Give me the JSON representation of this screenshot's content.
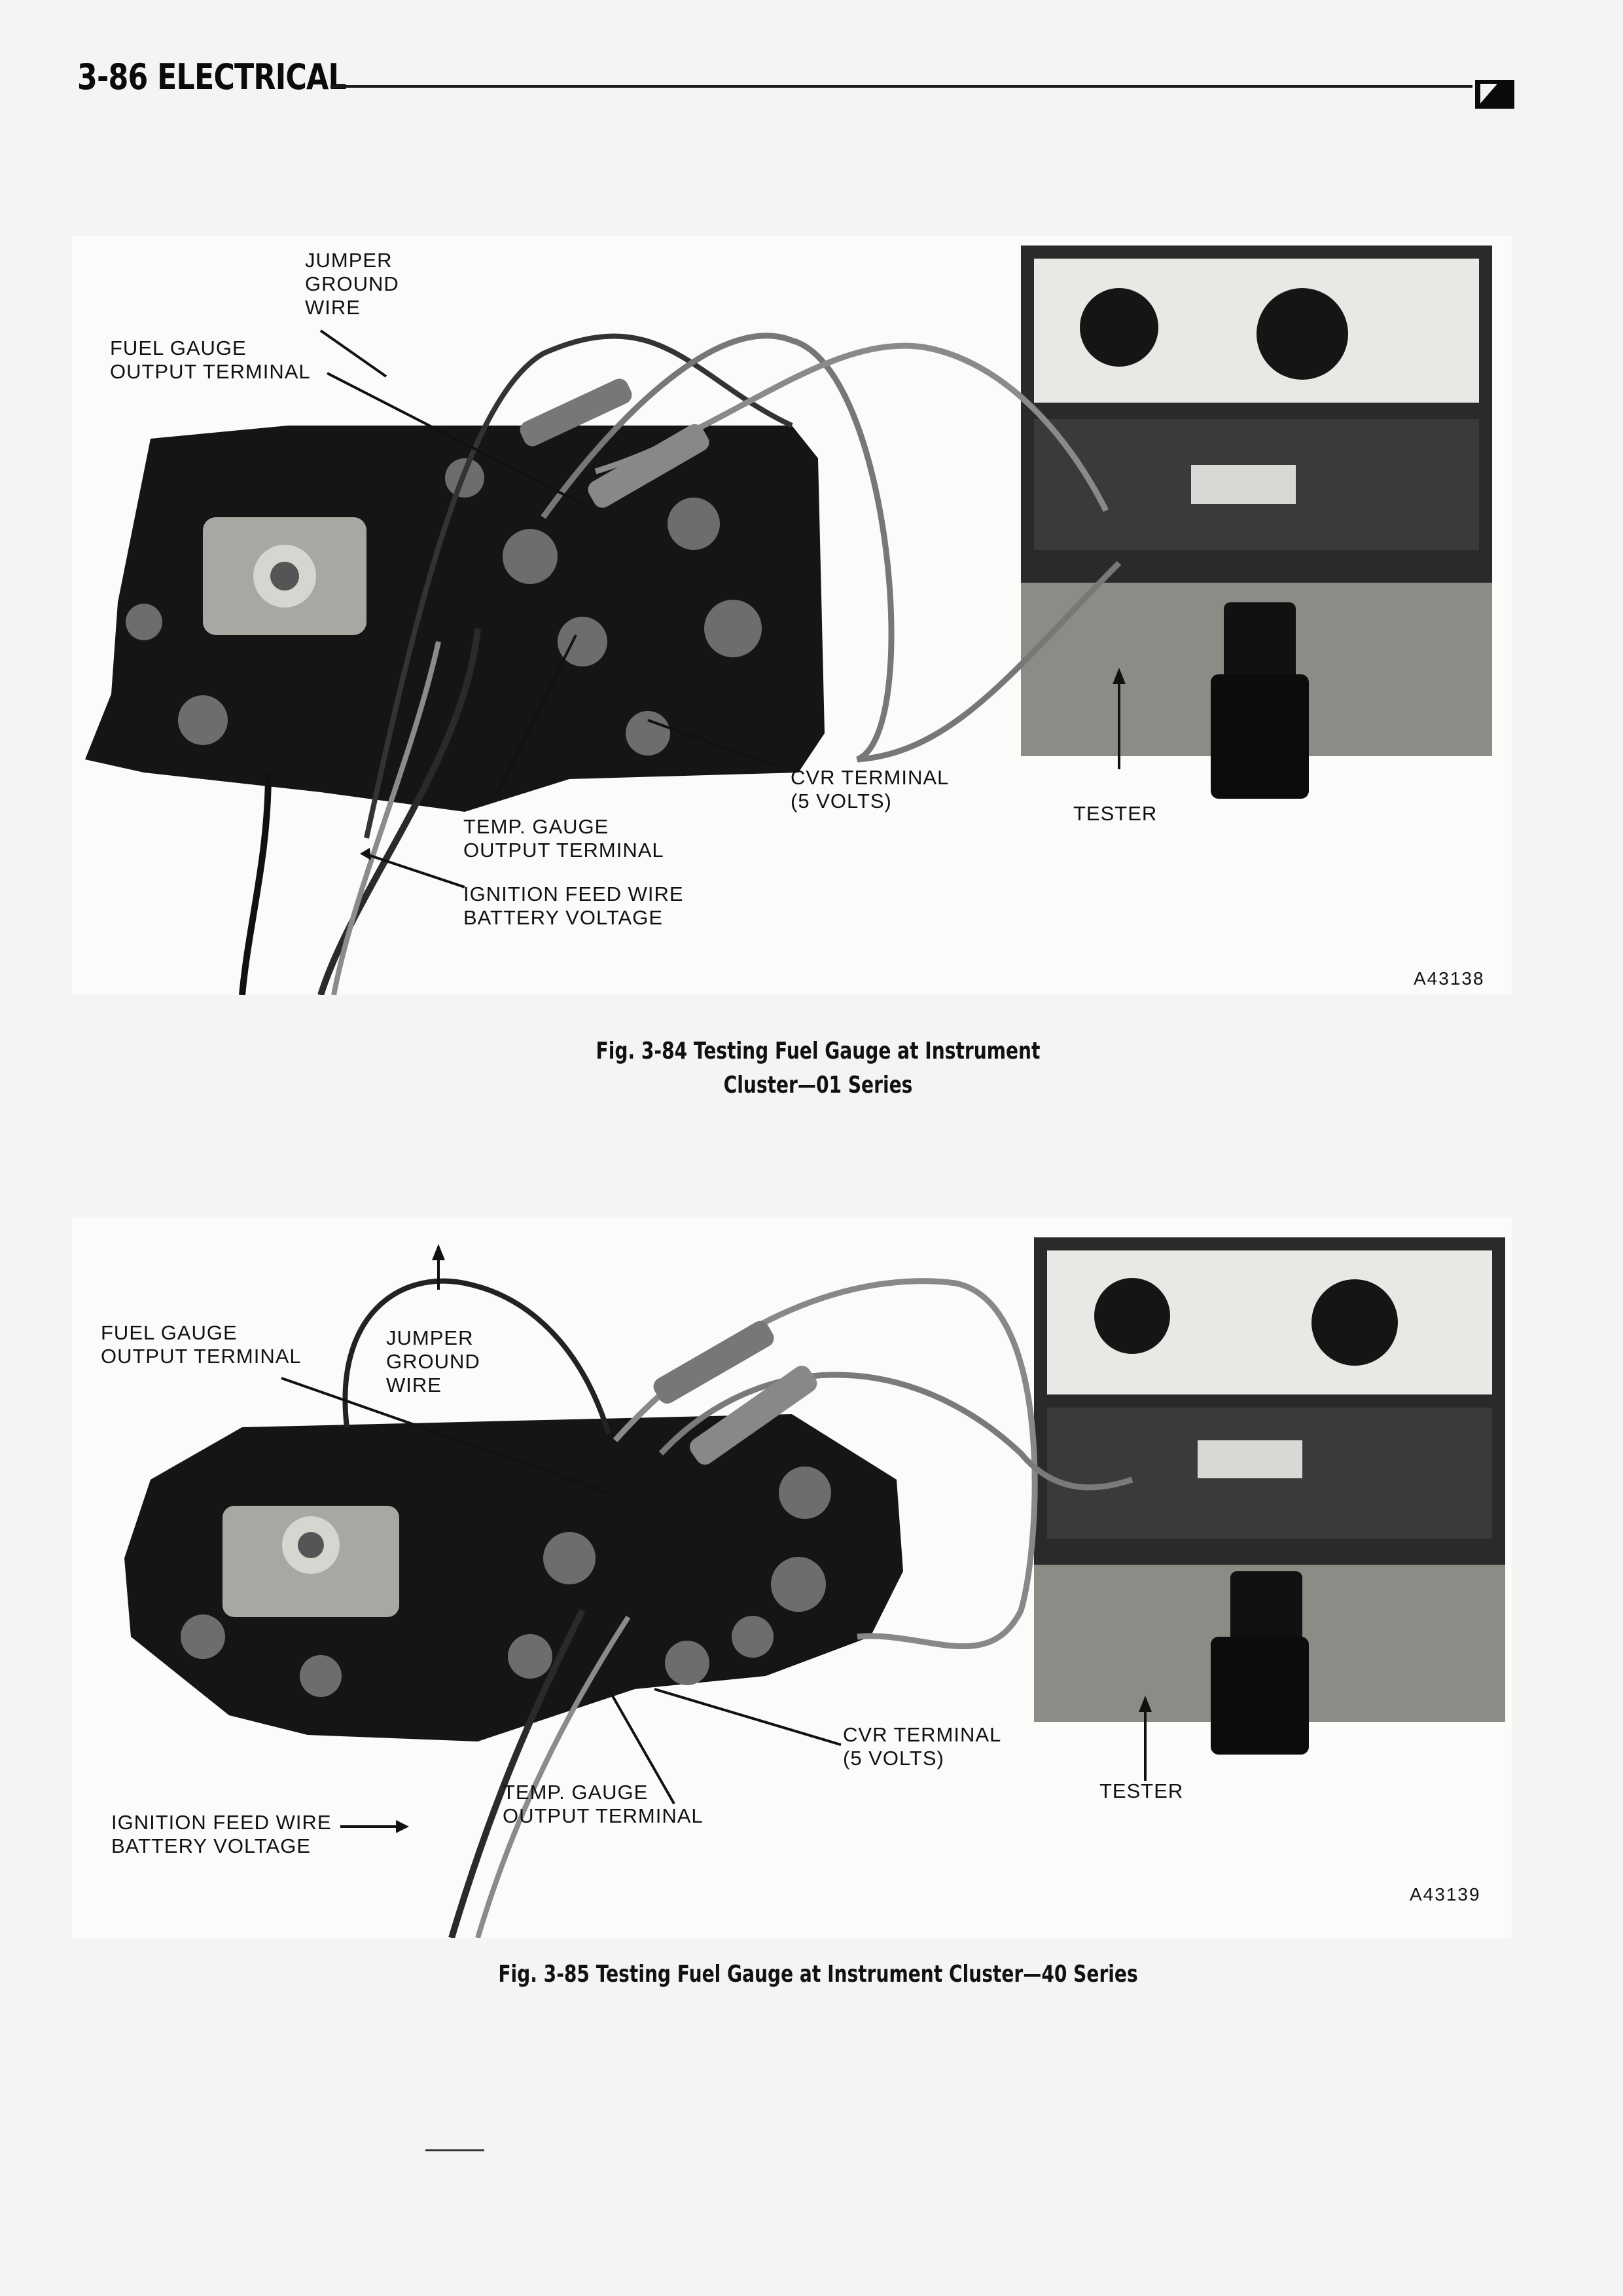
{
  "header": {
    "title": "3-86 ELECTRICAL"
  },
  "figure_84": {
    "labels": {
      "jumper_ground_wire": [
        "JUMPER",
        "GROUND",
        "WIRE"
      ],
      "fuel_gauge_output": [
        "FUEL GAUGE",
        "OUTPUT TERMINAL"
      ],
      "cvr_terminal": [
        "CVR TERMINAL",
        "(5 VOLTS)"
      ],
      "tester": "TESTER",
      "temp_gauge_output": [
        "TEMP. GAUGE",
        "OUTPUT TERMINAL"
      ],
      "ignition_feed": [
        "IGNITION FEED WIRE",
        "BATTERY VOLTAGE"
      ],
      "figure_id": "A43138"
    },
    "caption": [
      "Fig. 3-84  Testing Fuel Gauge at Instrument",
      "Cluster—01 Series"
    ]
  },
  "figure_85": {
    "labels": {
      "fuel_gauge_output": [
        "FUEL GAUGE",
        "OUTPUT TERMINAL"
      ],
      "jumper_ground_wire": [
        "JUMPER",
        "GROUND",
        "WIRE"
      ],
      "cvr_terminal": [
        "CVR TERMINAL",
        "(5 VOLTS)"
      ],
      "tester": "TESTER",
      "ignition_feed": [
        "IGNITION FEED WIRE",
        "BATTERY VOLTAGE"
      ],
      "temp_gauge_output": [
        "TEMP. GAUGE",
        "OUTPUT TERMINAL"
      ],
      "figure_id": "A43139"
    },
    "caption": [
      "Fig. 3-85  Testing Fuel Gauge at Instrument Cluster—40 Series"
    ]
  }
}
